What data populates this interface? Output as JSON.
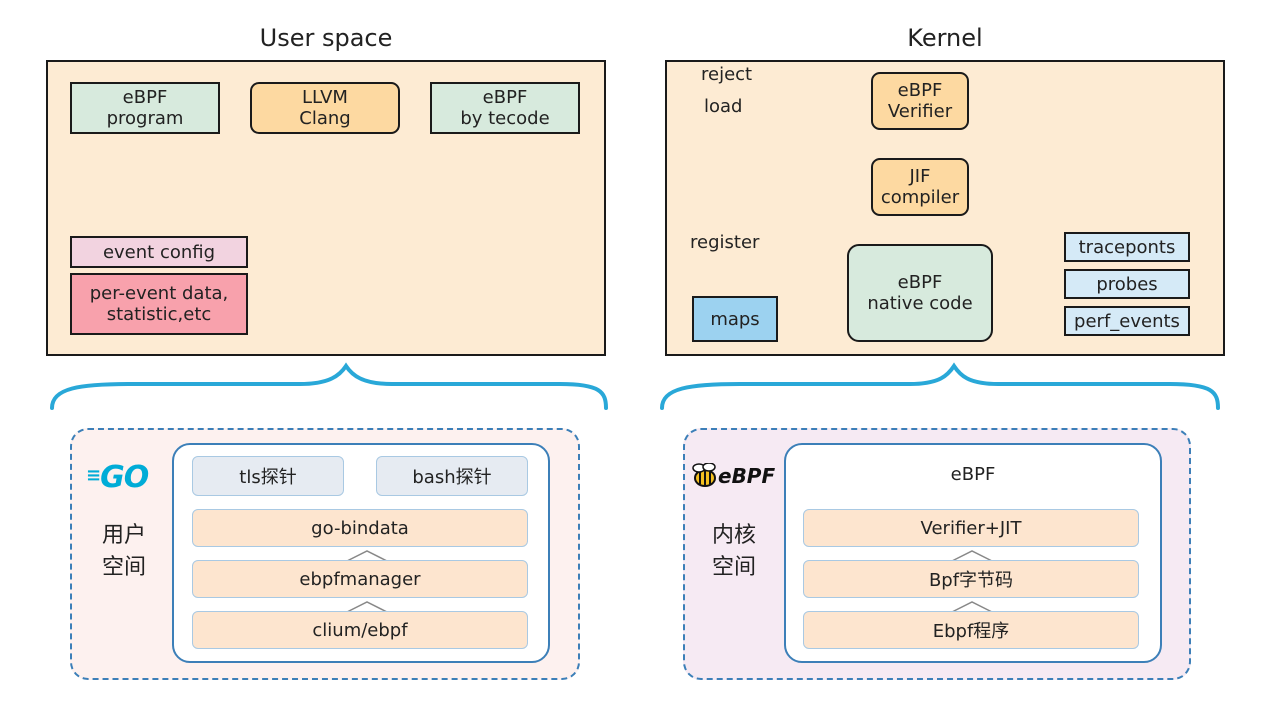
{
  "user_space": {
    "title": "User space",
    "ebpf_program": "eBPF\nprogram",
    "llvm_clang": "LLVM\nClang",
    "ebpf_bytecode": "eBPF\nby tecode",
    "event_config": "event config",
    "per_event_data": "per-event data,\nstatistic,etc"
  },
  "kernel": {
    "title": "Kernel",
    "reject": "reject",
    "load": "load",
    "verifier": "eBPF\nVerifier",
    "jit_compiler": "JIF\ncompiler",
    "register": "register",
    "native_code": "eBPF\nnative code",
    "maps": "maps",
    "tracepoints": "traceponts",
    "probes": "probes",
    "perf_events": "perf_events"
  },
  "bottom_left": {
    "logo": "GO",
    "caption": "用户\n空间",
    "tls": "tls探针",
    "bash": "bash探针",
    "go_bindata": "go-bindata",
    "ebpfmanager": "ebpfmanager",
    "cilium_ebpf": "clium/ebpf"
  },
  "bottom_right": {
    "logo": "eBPF",
    "caption": "内核\n空间",
    "header": "eBPF",
    "verifier_jit": "Verifier+JIT",
    "bpf_bytecode": "Bpf字节码",
    "ebpf_program": "Ebpf程序"
  },
  "colors": {
    "panel": "#fdebd3",
    "green": "#d7eadd",
    "orange": "#fdd9a1",
    "pink": "#f2d3e0",
    "red": "#f8a1ac",
    "blue": "#9cd2f0",
    "light_blue": "#d5eaf7",
    "brace": "#29a8d8",
    "dashed_border": "#3c7fb8"
  }
}
